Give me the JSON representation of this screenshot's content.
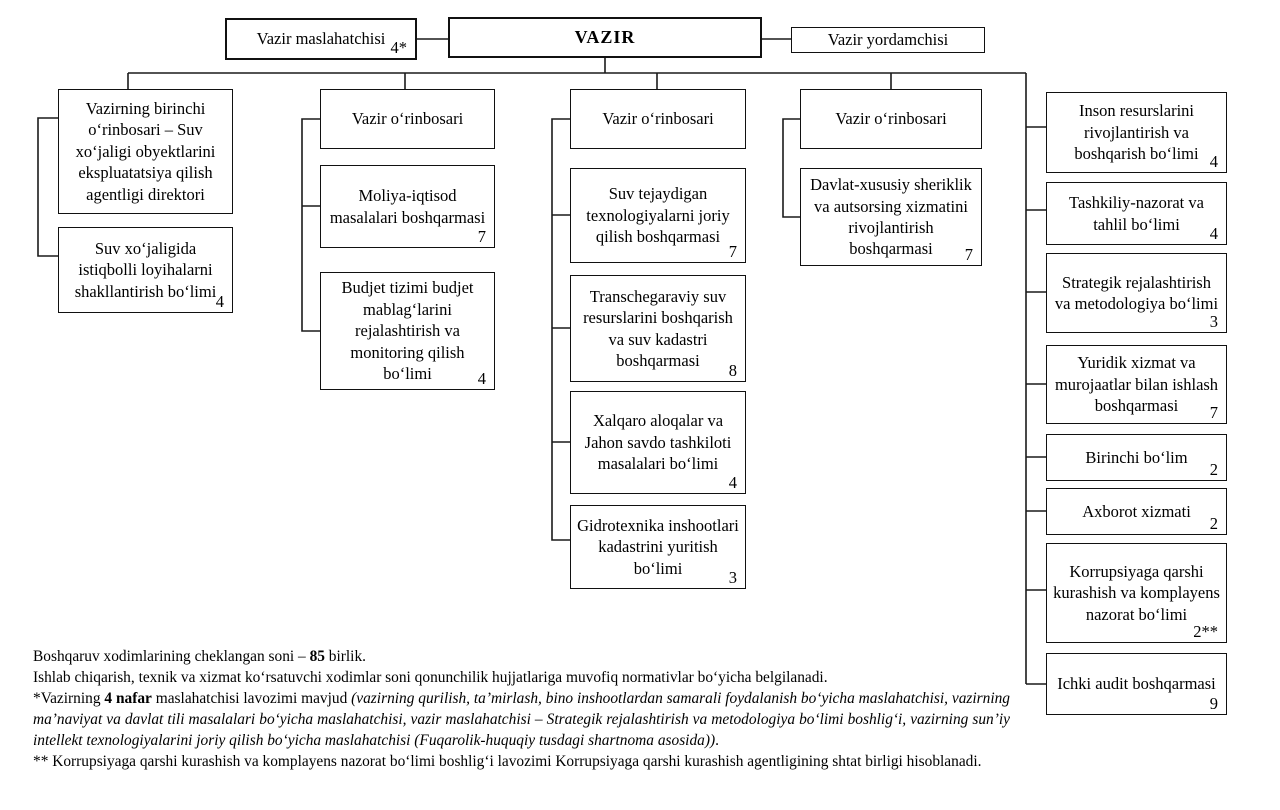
{
  "top": {
    "advisor": {
      "label": "Vazir maslahatchisi",
      "count": "4*"
    },
    "minister": {
      "label": "VAZIR"
    },
    "assistant": {
      "label": "Vazir yordamchisi"
    }
  },
  "col1": {
    "head": "Vazirning birinchi oʻrinbosari – Suv xoʻjaligi obyektlarini ekspluatatsiya qilish agentligi direktori",
    "b1": {
      "title": "Suv xoʻjaligida istiqbolli loyihalarni shakllantirish boʻlimi",
      "count": "4"
    }
  },
  "col2": {
    "head": "Vazir oʻrinbosari",
    "b1": {
      "title": "Moliya-iqtisod masalalari boshqarmasi",
      "count": "7"
    },
    "b2": {
      "title": "Budjet tizimi budjet mablagʻlarini rejalashtirish va monitoring qilish boʻlimi",
      "count": "4"
    }
  },
  "col3": {
    "head": "Vazir oʻrinbosari",
    "b1": {
      "title": "Suv tejaydigan texnologiyalarni joriy qilish boshqarmasi",
      "count": "7"
    },
    "b2": {
      "title": "Transchegaraviy suv resurslarini boshqarish va suv kadastri boshqarmasi",
      "count": "8"
    },
    "b3": {
      "title": "Xalqaro aloqalar va Jahon savdo tashkiloti masalalari boʻlimi",
      "count": "4"
    },
    "b4": {
      "title": "Gidrotexnika inshootlari kadastrini yuritish boʻlimi",
      "count": "3"
    }
  },
  "col4": {
    "head": "Vazir oʻrinbosari",
    "b1": {
      "title": "Davlat-xususiy sheriklik va autsorsing xizmatini rivojlantirish boshqarmasi",
      "count": "7"
    }
  },
  "col5": {
    "b1": {
      "title": "Inson resurslarini rivojlantirish va boshqarish boʻlimi",
      "count": "4"
    },
    "b2": {
      "title": "Tashkiliy-nazorat va tahlil boʻlimi",
      "count": "4"
    },
    "b3": {
      "title": "Strategik rejalashtirish va metodologiya boʻlimi",
      "count": "3"
    },
    "b4": {
      "title": "Yuridik xizmat va murojaatlar bilan ishlash boshqarmasi",
      "count": "7"
    },
    "b5": {
      "title": "Birinchi boʻlim",
      "count": "2"
    },
    "b6": {
      "title": "Axborot xizmati",
      "count": "2"
    },
    "b7": {
      "title": "Korrupsiyaga qarshi kurashish va komplayens nazorat boʻlimi",
      "count": "2**"
    },
    "b8": {
      "title": "Ichki audit boshqarmasi",
      "count": "9"
    }
  },
  "notes": {
    "n1": {
      "prefix": "Boshqaruv xodimlarining cheklangan soni – ",
      "bold": "85",
      "suffix": " birlik."
    },
    "n2": "Ishlab chiqarish, texnik va xizmat koʻrsatuvchi xodimlar soni qonunchilik hujjatlariga muvofiq normativlar boʻyicha belgilanadi.",
    "n3": {
      "prefix": "*Vazirning ",
      "bold": "4 nafar",
      "middle": " maslahatchisi lavozimi mavjud ",
      "italic": "(vazirning qurilish, taʼmirlash, bino inshootlardan samarali foydalanish boʻyicha maslahatchisi, vazirning maʼnaviyat va davlat tili masalalari boʻyicha maslahatchisi, vazir maslahatchisi – Strategik rejalashtirish va metodologiya boʻlimi boshligʻi, vazirning sunʼiy intellekt texnologiyalarini joriy qilish boʻyicha maslahatchisi (Fuqarolik-huquqiy tusdagi shartnoma asosida))",
      "suffix": "."
    },
    "n4": "** Korrupsiyaga qarshi kurashish va komplayens nazorat boʻlimi boshligʻi lavozimi Korrupsiyaga qarshi kurashish agentligining shtat birligi hisoblanadi."
  },
  "line_color": "#1a1a1a"
}
